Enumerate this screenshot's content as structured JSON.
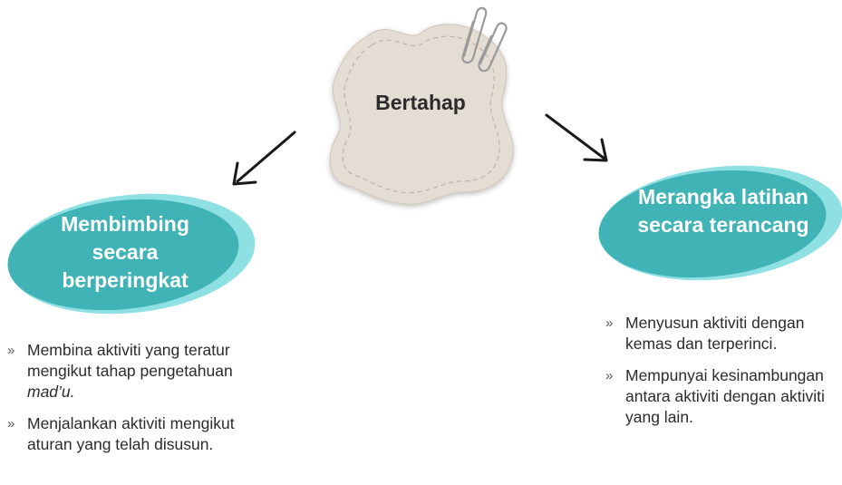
{
  "center": {
    "title": "Bertahap"
  },
  "left": {
    "title": "Membimbing secara berperingkat",
    "items": [
      {
        "text": "Membina aktiviti yang teratur mengikut tahap pengetahuan ",
        "italic": "mad’u."
      },
      {
        "text": "Menjalankan aktiviti mengikut aturan yang telah disusun."
      }
    ]
  },
  "right": {
    "title": "Merangka latihan secara terancang",
    "items": [
      {
        "text": "Menyusun aktiviti dengan kemas dan terperinci."
      },
      {
        "text": "Mempunyai kesinambungan antara aktiviti dengan aktiviti yang lain."
      }
    ]
  },
  "bullet_marker": "»",
  "colors": {
    "oval_fill": "#3fb3b6",
    "oval_glow": "#8fe0e2",
    "note_fill": "#e4ddd4",
    "arrow": "#1a1a1a"
  }
}
